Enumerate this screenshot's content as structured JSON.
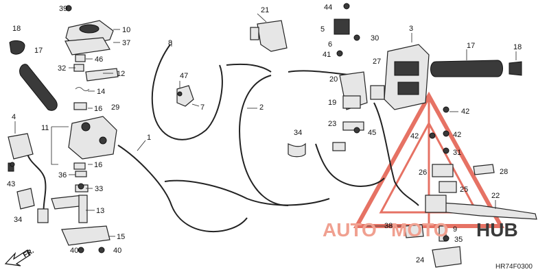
{
  "diagram_code": "HR74F0300",
  "direction_label": "FR.",
  "watermark": {
    "part1": "AUTO",
    "part2": "MOTO",
    "part3": "HUB",
    "color1": "#f0a090",
    "color2": "#3a3a3a",
    "triangle_color": "#e25a4a"
  },
  "callouts": [
    "1",
    "2",
    "3",
    "4",
    "5",
    "6",
    "7",
    "8",
    "9",
    "10",
    "11",
    "12",
    "13",
    "14",
    "15",
    "16",
    "16",
    "17",
    "17",
    "18",
    "18",
    "19",
    "20",
    "21",
    "22",
    "23",
    "24",
    "25",
    "26",
    "27",
    "28",
    "29",
    "30",
    "31",
    "32",
    "33",
    "34",
    "34",
    "35",
    "36",
    "37",
    "38",
    "39",
    "40",
    "40",
    "41",
    "42",
    "42",
    "42",
    "43",
    "44",
    "45",
    "46",
    "47"
  ]
}
